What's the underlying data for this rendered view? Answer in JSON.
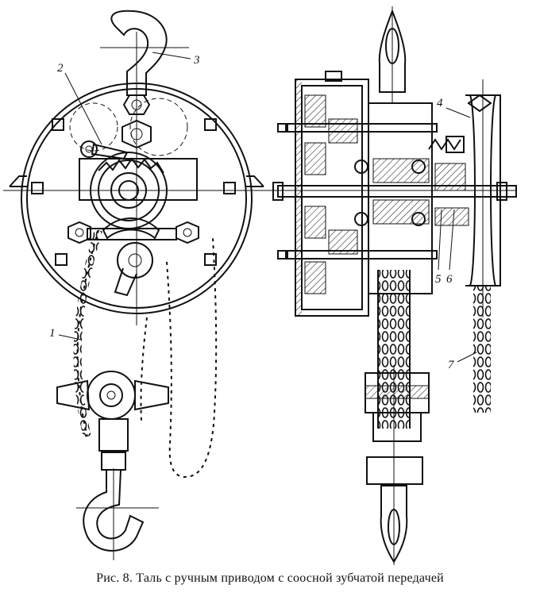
{
  "caption": "Рис. 8. Таль с ручным приводом с соосной зубчатой передачей",
  "callouts": {
    "c1": "1",
    "c2": "2",
    "c3": "3",
    "c4": "4",
    "c5": "5",
    "c6": "6",
    "c7": "7"
  },
  "views": [
    "front-view",
    "side-section-view"
  ],
  "colors": {
    "ink": "#111111",
    "paper": "#ffffff"
  }
}
